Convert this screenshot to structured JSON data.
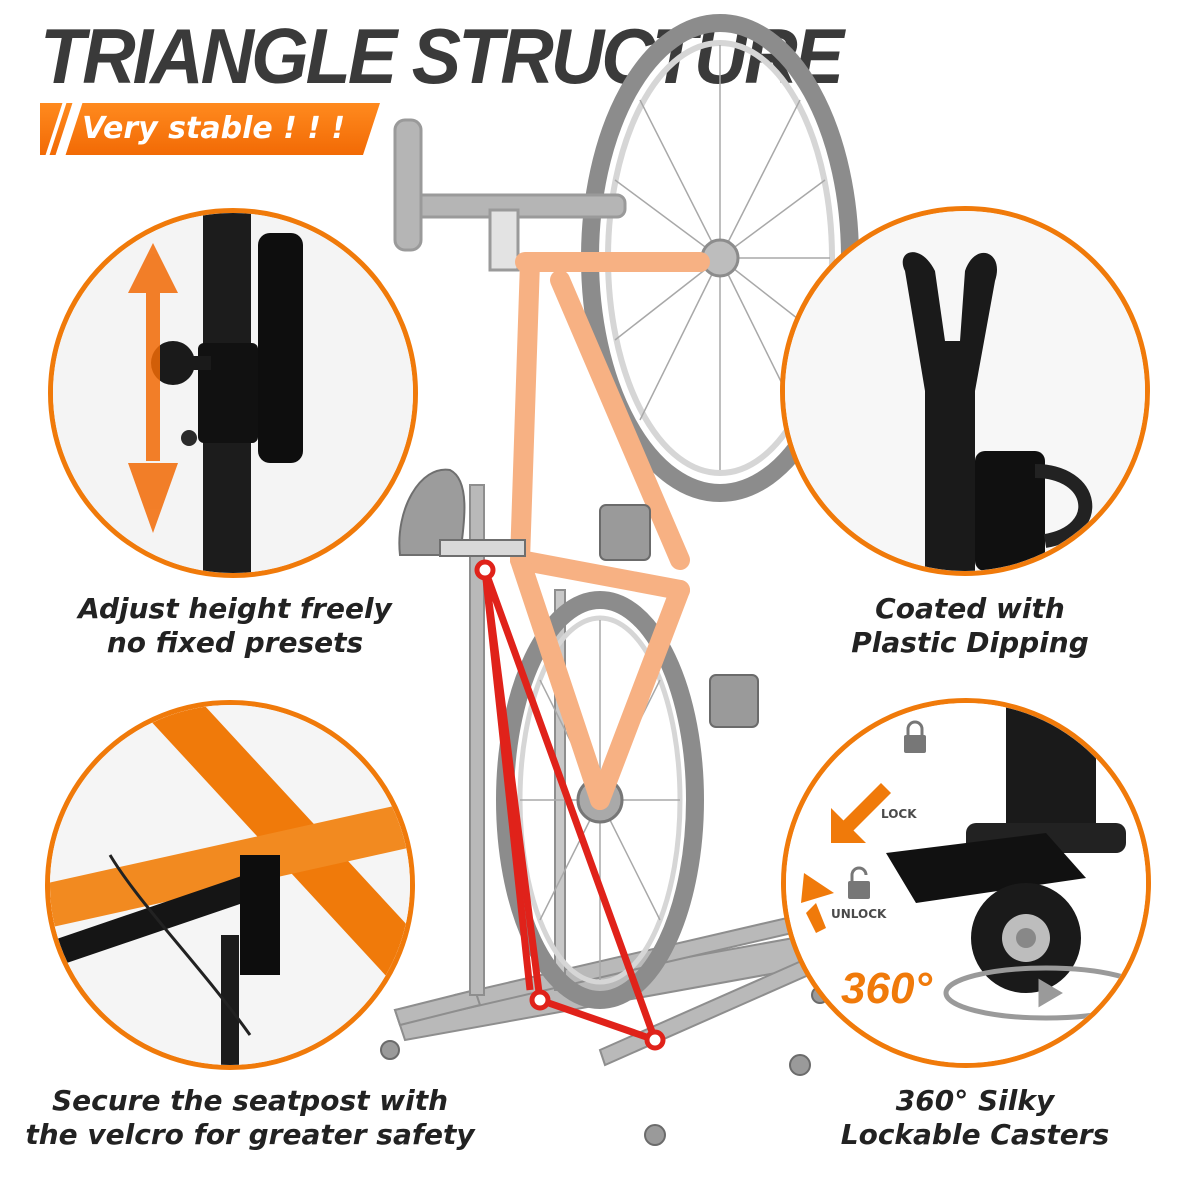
{
  "header": {
    "title": "TRIANGLE STRUCTURE",
    "ribbon_text": "Very stable ! ! !"
  },
  "features": [
    {
      "caption_line1": "Adjust height freely",
      "caption_line2": "no fixed presets"
    },
    {
      "caption_line1": "Coated with",
      "caption_line2": "Plastic Dipping"
    },
    {
      "caption_line1": "Secure the seatpost with",
      "caption_line2": "the velcro for greater safety"
    },
    {
      "caption_line1": "360° Silky",
      "caption_line2": "Lockable Casters"
    }
  ],
  "caster_panel": {
    "lock_label": "LOCK",
    "unlock_label": "UNLOCK",
    "rotation_label": "360°"
  },
  "colors": {
    "accent": "#f07a0a",
    "triangle": "#e0221a",
    "frame": "#f7b183",
    "headline": "#3a3a3a"
  },
  "icons": [
    "up-down-arrow-icon",
    "lock-icon",
    "unlock-icon",
    "down-arrow-icon",
    "up-arrow-icon",
    "rotation-arrows-icon"
  ]
}
